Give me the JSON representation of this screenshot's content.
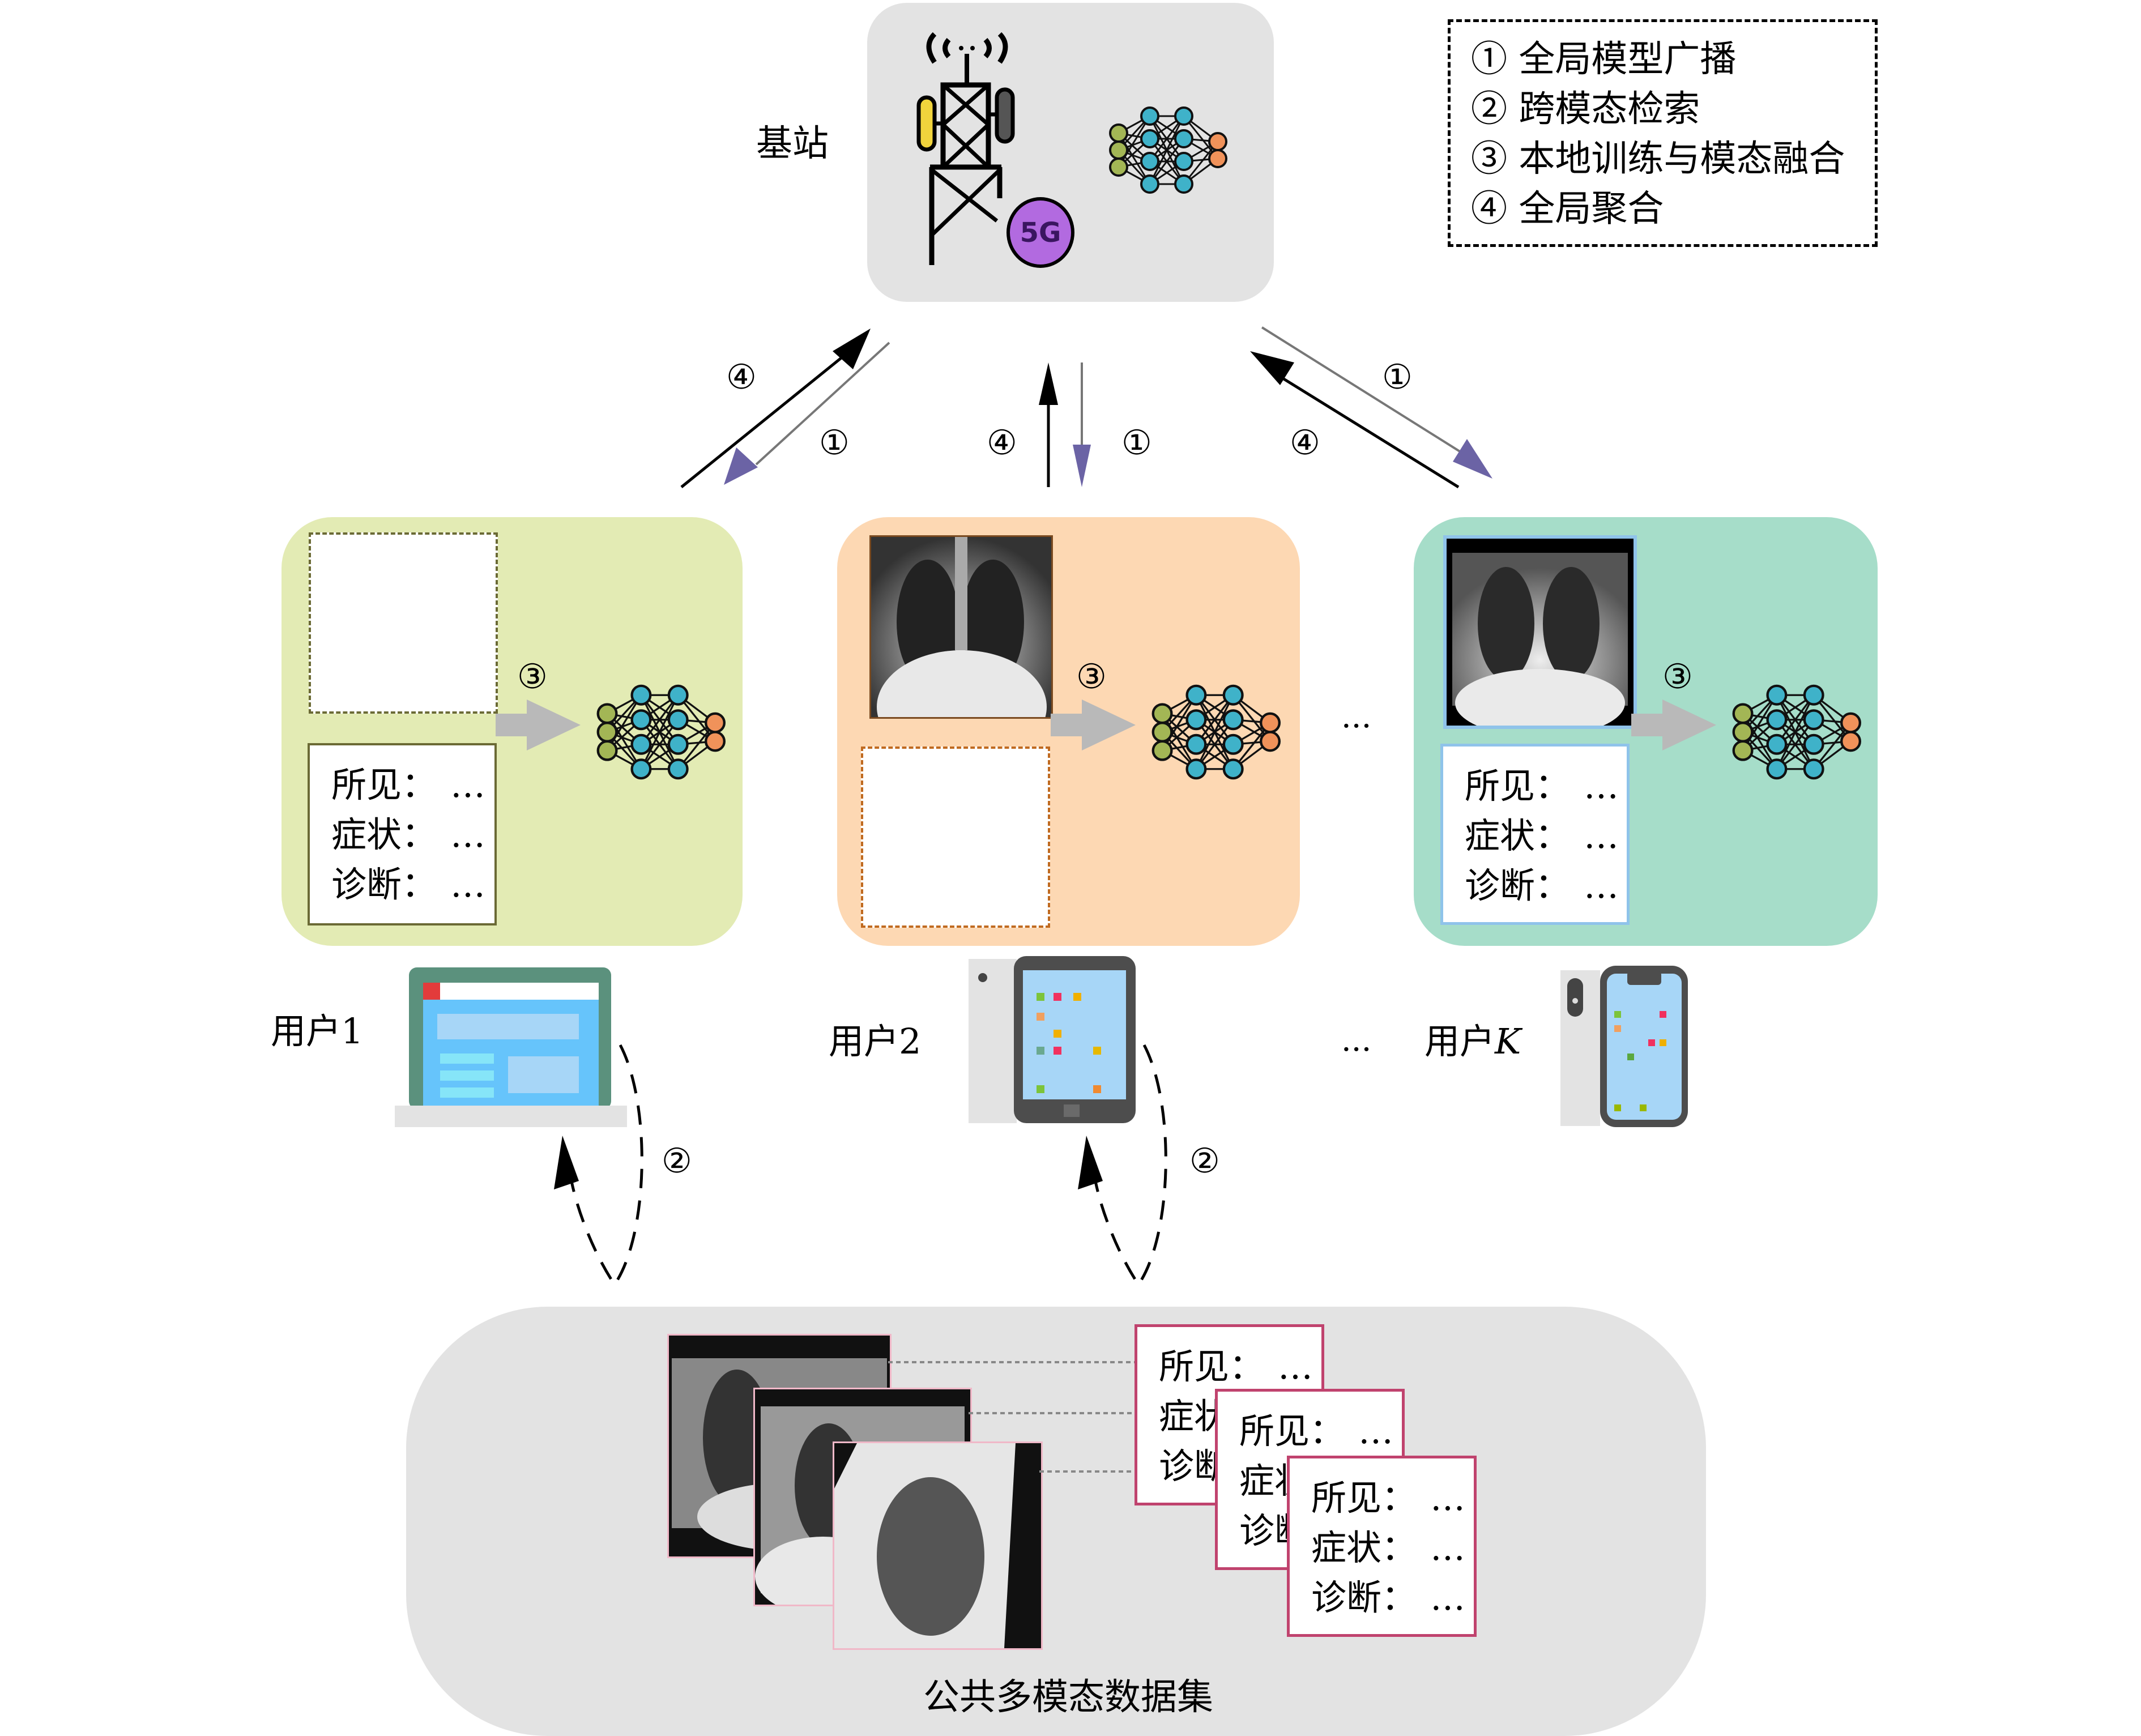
{
  "base_station": {
    "label": "基站",
    "badge": "5G",
    "icons": [
      "cell-tower-icon",
      "neural-network-icon"
    ]
  },
  "legend": {
    "items": [
      {
        "marker": "①",
        "text": "全局模型广播"
      },
      {
        "marker": "②",
        "text": "跨模态检索"
      },
      {
        "marker": "③",
        "text": "本地训练与模态融合"
      },
      {
        "marker": "④",
        "text": "全局聚合"
      }
    ]
  },
  "links": {
    "upload_marker": "④",
    "broadcast_marker": "①",
    "retrieval_marker": "②",
    "train_marker": "③"
  },
  "colors": {
    "client1_bg": "#e3ebb4",
    "client2_bg": "#fdd8b3",
    "clientK_bg": "#a6ddc9",
    "base_bg": "#e3e3e3",
    "dataset_bg": "#e3e3e3",
    "broadcast_arrow": "#6b63a5",
    "upload_arrow": "#000000",
    "report_border_pink": "#c0436e"
  },
  "clients": [
    {
      "name": "用户1",
      "device": "laptop",
      "has_image": false,
      "has_report": true,
      "report": [
        {
          "key": "所见：",
          "value": "…"
        },
        {
          "key": "症状：",
          "value": "…"
        },
        {
          "key": "诊断：",
          "value": "…"
        }
      ]
    },
    {
      "name": "用户2",
      "device": "tablet",
      "has_image": true,
      "has_report": false,
      "report": []
    },
    {
      "name_prefix": "用户",
      "name_var": "K",
      "device": "phone",
      "has_image": true,
      "has_report": true,
      "report": [
        {
          "key": "所见：",
          "value": "…"
        },
        {
          "key": "症状：",
          "value": "…"
        },
        {
          "key": "诊断：",
          "value": "…"
        }
      ]
    }
  ],
  "ellipsis": "···",
  "dataset": {
    "title": "公共多模态数据集",
    "reports": [
      [
        {
          "key": "所见：",
          "value": "…"
        },
        {
          "key": "症状：",
          "value": "…"
        },
        {
          "key": "诊断：",
          "value": "…"
        }
      ],
      [
        {
          "key": "所见：",
          "value": "…"
        },
        {
          "key": "症状：",
          "value": "…"
        },
        {
          "key": "诊断：",
          "value": "…"
        }
      ],
      [
        {
          "key": "所见：",
          "value": "…"
        },
        {
          "key": "症状：",
          "value": "…"
        },
        {
          "key": "诊断：",
          "value": "…"
        }
      ]
    ]
  }
}
